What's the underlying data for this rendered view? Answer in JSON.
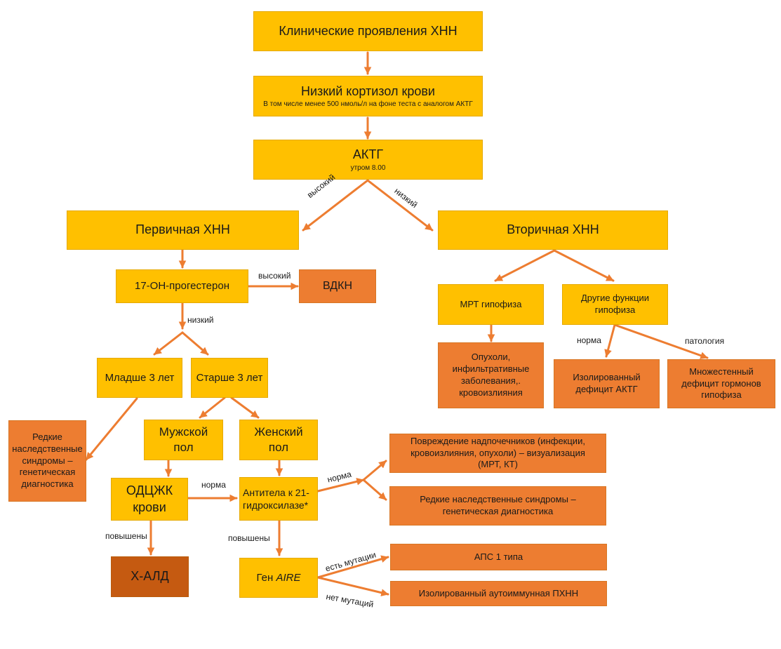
{
  "colors": {
    "primary_box": "#ffc000",
    "secondary_box": "#ed7d31",
    "dark_box": "#c55a11",
    "arrow": "#ed7d31"
  },
  "nodes": {
    "clinical": "Клинические проявления ХНН",
    "low_cortisol": {
      "title": "Низкий кортизол крови",
      "sub": "В том числе менее 500 нмоль/л на фоне теста с аналогом АКТГ"
    },
    "acth": {
      "title": "АКТГ",
      "sub": "утром 8.00"
    },
    "primary": "Первичная ХНН",
    "secondary": "Вторичная ХНН",
    "progesterone": "17-ОН-прогестерон",
    "vdkn": "ВДКН",
    "younger3": "Младше 3 лет",
    "older3": "Старше 3 лет",
    "rare_left": "Редкие наследственные синдромы – генетическая диагностика",
    "male": "Мужской пол",
    "female": "Женский пол",
    "vlcfa": "ОДЦЖК крови",
    "antibodies": "Антитела к 21-гидроксилазе*",
    "xald": "Х-АЛД",
    "aire_prefix": "Ген ",
    "aire_italic": "AIRE",
    "adrenal_damage": "Повреждение надпочечников (инфекции, кровоизлияния, опухоли) – визуализация (МРТ, КТ)",
    "rare_right": "Редкие наследственные синдромы – генетическая диагностика",
    "aps1": "АПС 1 типа",
    "isolated_autoimmune": "Изолированный аутоиммунная ПХНН",
    "mri": "МРТ гипофиза",
    "other_functions": "Другие функции гипофиза",
    "tumors": "Опухоли, инфильтративные заболевания,. кровоизлияния",
    "isolated_acth": "Изолированный дефицит АКТГ",
    "multiple_deficit": "Множестенный дефицит гормонов гипофиза"
  },
  "edge_labels": {
    "high_acth": "высокий",
    "low_acth": "низкий",
    "high_prog": "высокий",
    "low_prog": "низкий",
    "norm_vlcfa": "норма",
    "elevated_vlcfa": "повышены",
    "norm_ab": "норма",
    "elevated_ab": "повышены",
    "has_mutations": "есть мутации",
    "no_mutations": "нет мутаций",
    "norm_pit": "норма",
    "pathology_pit": "патология"
  }
}
